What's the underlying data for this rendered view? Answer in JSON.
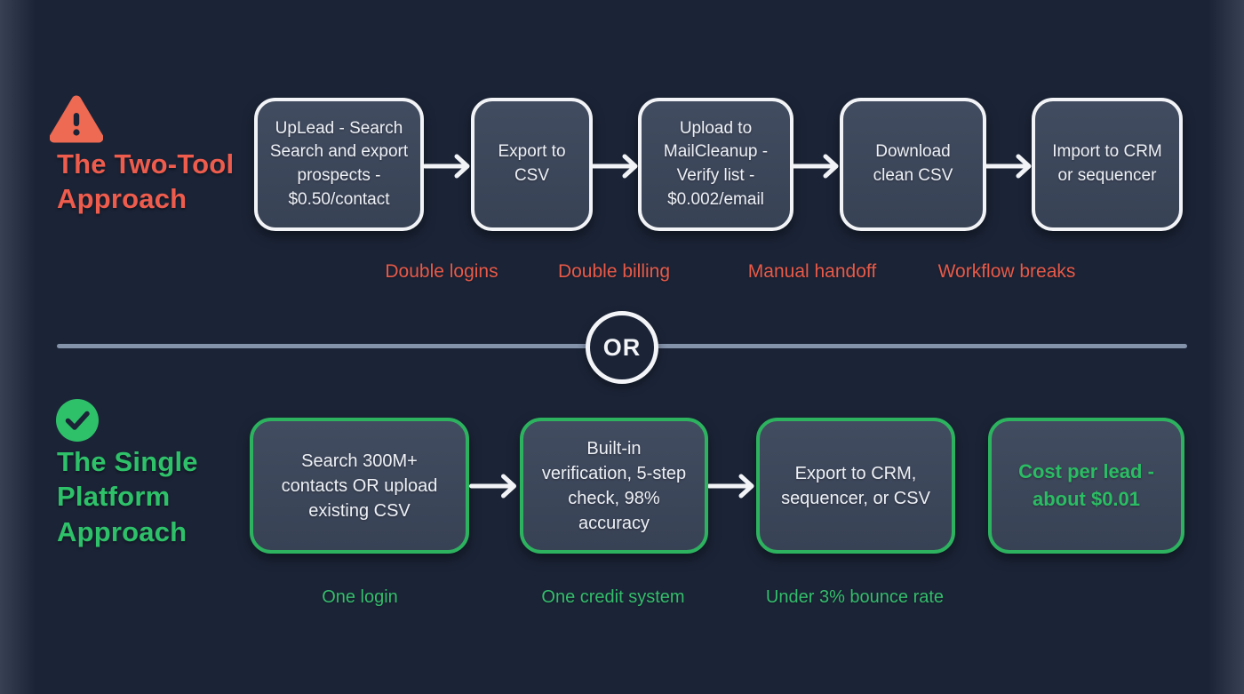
{
  "two_tool": {
    "icon": "warning-triangle",
    "title_lines": [
      "The Two-Tool",
      "Approach"
    ],
    "steps": [
      {
        "label_lines": [
          "UpLead - Search",
          "Search and export",
          "prospects -",
          "$0.50/contact"
        ]
      },
      {
        "label_lines": [
          "Export to",
          "CSV"
        ]
      },
      {
        "label_lines": [
          "Upload to",
          "MailCleanup -",
          "Verify list -",
          "$0.002/email"
        ]
      },
      {
        "label_lines": [
          "Download",
          "clean CSV"
        ]
      },
      {
        "label_lines": [
          "Import to CRM",
          "or sequencer"
        ]
      }
    ],
    "pain_points": [
      "Double logins",
      "Double billing",
      "Manual handoff",
      "Workflow breaks"
    ]
  },
  "divider": {
    "or_label": "OR"
  },
  "single_platform": {
    "icon": "check-circle",
    "title_lines": [
      "The Single",
      "Platform",
      "Approach"
    ],
    "steps": [
      {
        "label_lines": [
          "Search 300M+",
          "contacts OR upload",
          "existing CSV"
        ]
      },
      {
        "label_lines": [
          "Built-in",
          "verification, 5-step",
          "check, 98%",
          "accuracy"
        ]
      },
      {
        "label_lines": [
          "Export to CRM,",
          "sequencer, or CSV"
        ]
      },
      {
        "label_lines": [
          "Cost per lead -",
          "about $0.01"
        ],
        "highlight": true
      }
    ],
    "benefits": [
      "One login",
      "One credit system",
      "Under 3% bounce rate"
    ]
  },
  "colors": {
    "background": "#1b2437",
    "coral_accent": "#ee5c4d",
    "green_accent": "#2ec169",
    "box_fill": "#3c4659",
    "box_border_white": "#f1f3f6",
    "box_border_green": "#2db35f",
    "divider": "#8492aa",
    "text_white": "#eef1f6"
  }
}
